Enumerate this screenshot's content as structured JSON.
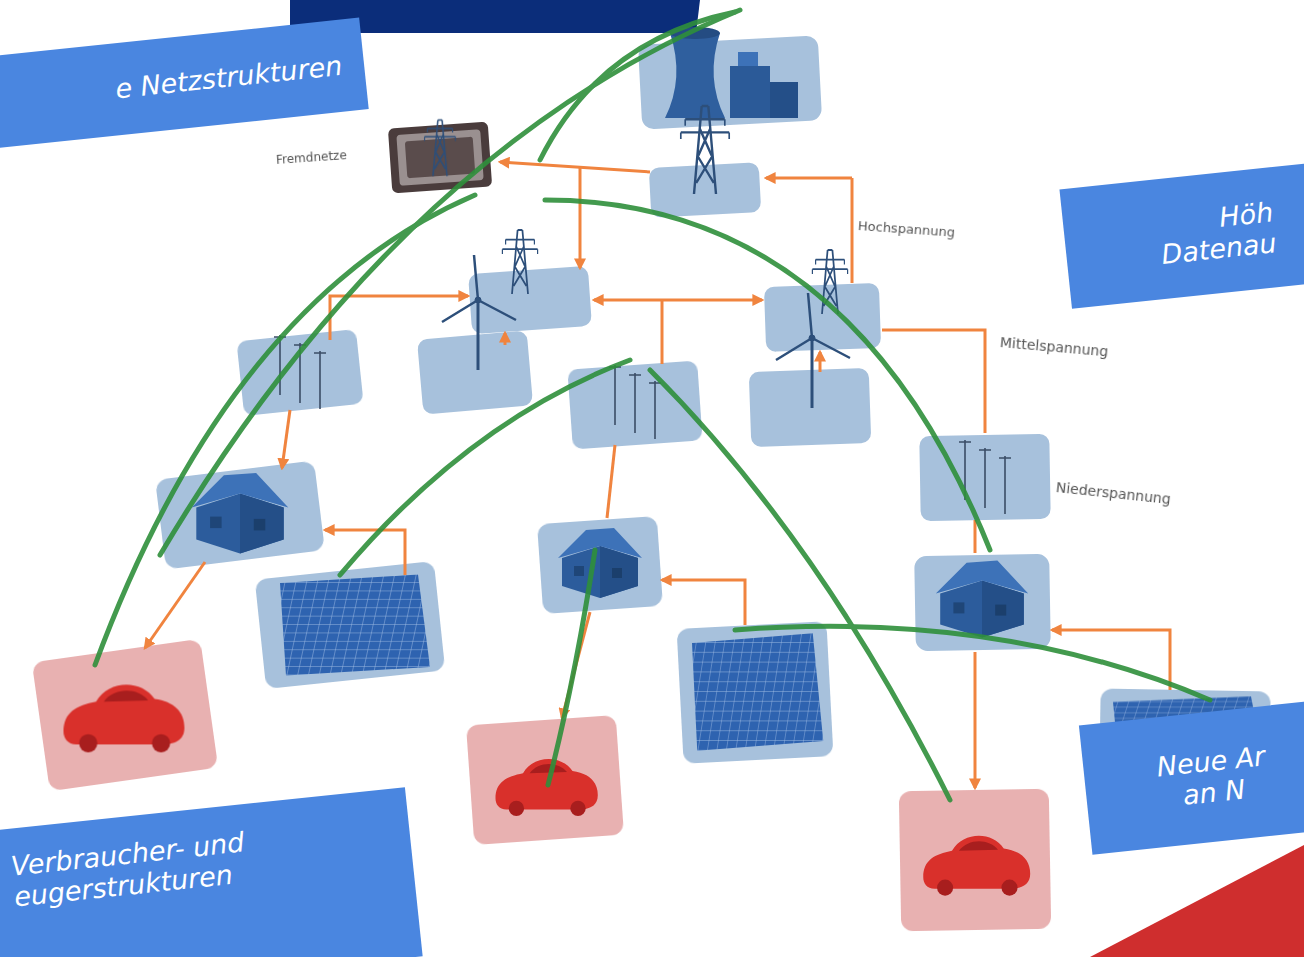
{
  "diagram": {
    "nodes": [
      {
        "text": [
          "e Netzstrukturen"
        ]
      },
      {
        "text": [
          "Höh Datenau"
        ]
      },
      {
        "text": [
          "Neue Ar an N"
        ]
      },
      {
        "text": [
          "Verbraucher- und eugerstrukturen"
        ]
      }
    ],
    "labels": [
      "Fremdnetze",
      "Hochspannung",
      "Mittelspannung",
      "Niederspannung"
    ]
  }
}
